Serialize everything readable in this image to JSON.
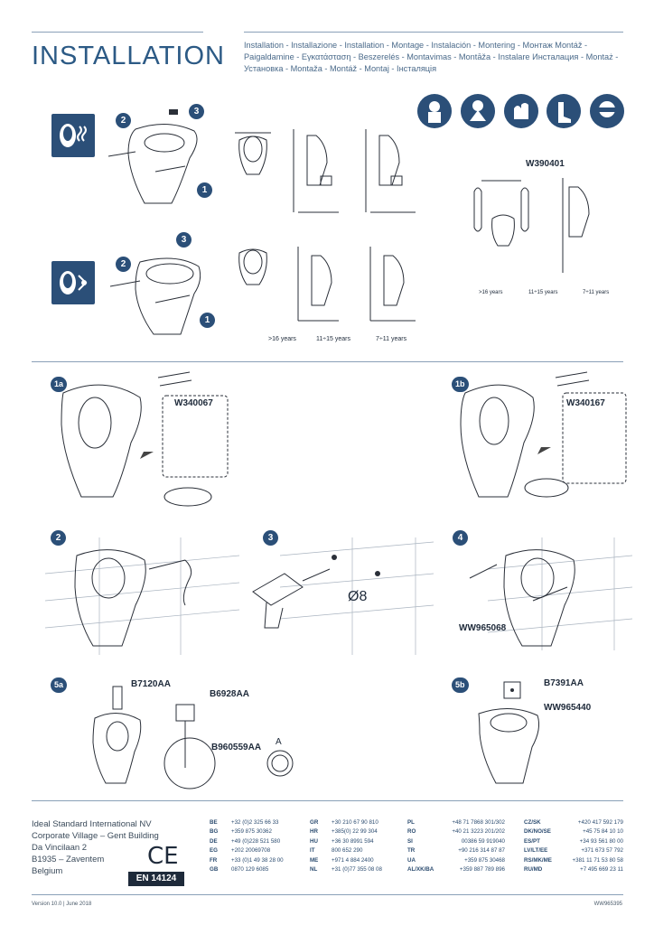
{
  "header": {
    "title": "INSTALLATION",
    "languages": "Installation - Installazione - Installation - Montage - Instalación - Montering - Монтаж Montáž - Paigaldamine - Εγκατάσταση - Beszerelés - Montavimas - Montāža - Instalare Инсталация - Montaż - Установка - Montaža - Montáž - Montaj - Інсталяція"
  },
  "top_section": {
    "steps": [
      "2",
      "3",
      "1",
      "3",
      "2",
      "1"
    ],
    "bracket_code": "W390401",
    "age_legend": [
      ">16 years",
      "11÷15 years",
      "7÷11 years"
    ],
    "age_legend_right": [
      ">16 years",
      "11÷15 years",
      "7÷11 years"
    ],
    "safety_icons": [
      "hard-hat-icon",
      "dust-mask-icon",
      "gloves-icon",
      "safety-boots-icon",
      "goggles-icon"
    ]
  },
  "steps": {
    "s1a": {
      "label": "1a",
      "code": "W340067"
    },
    "s1b": {
      "label": "1b",
      "code": "W340167"
    },
    "s2": {
      "label": "2"
    },
    "s3": {
      "label": "3",
      "drill": "Ø8"
    },
    "s4": {
      "label": "4",
      "code": "WW965068"
    },
    "s5a": {
      "label": "5a",
      "codes": [
        "B7120AA",
        "B6928AA",
        "B960559AA"
      ],
      "detail": "A"
    },
    "s5b": {
      "label": "5b",
      "codes": [
        "B7391AA",
        "WW965440"
      ]
    }
  },
  "footer": {
    "company": [
      "Ideal Standard International NV",
      "Corporate Village – Gent Building",
      "Da Vincilaan 2",
      "B1935 – Zaventem",
      "Belgium"
    ],
    "ce": "CE",
    "standard": "EN 14124",
    "version": "Version 10.0 | June 2018",
    "part_no": "WW965395",
    "contacts": [
      [
        [
          "BE",
          "+32 (0)2 325 66 33"
        ],
        [
          "BG",
          "+359 875 30362"
        ],
        [
          "DE",
          "+49 (0)228 521 580"
        ],
        [
          "EG",
          "+202 20069708"
        ],
        [
          "FR",
          "+33 (0)1 49 38 28 00"
        ],
        [
          "GB",
          "0870 129 6085"
        ]
      ],
      [
        [
          "GR",
          "+30 210 67 90 810"
        ],
        [
          "HR",
          "+385(0) 22 99 304"
        ],
        [
          "HU",
          "+36 30 8991 594"
        ],
        [
          "IT",
          "800 652 290"
        ],
        [
          "ME",
          "+971 4 884 2400"
        ],
        [
          "NL",
          "+31 (0)77 355 08 08"
        ]
      ],
      [
        [
          "PL",
          "+48 71 7868 301/302"
        ],
        [
          "RO",
          "+40 21 3223 201/202"
        ],
        [
          "SI",
          "00386 59 919040"
        ],
        [
          "TR",
          "+90 216 314 87 87"
        ],
        [
          "UA",
          "+359 875 30468"
        ],
        [
          "AL/XK/BA",
          "+359 887 789 896"
        ]
      ],
      [
        [
          "CZ/SK",
          "+420 417 592 179"
        ],
        [
          "DK/NO/SE",
          "+45 75 84 10 10"
        ],
        [
          "ES/PT",
          "+34 93 561 80 00"
        ],
        [
          "LV/LT/EE",
          "+371 673 57 792"
        ],
        [
          "RS/MK/ME",
          "+381 11 71 53 80 58"
        ],
        [
          "RU/MD",
          "+7 495 669 23 11"
        ]
      ]
    ]
  }
}
